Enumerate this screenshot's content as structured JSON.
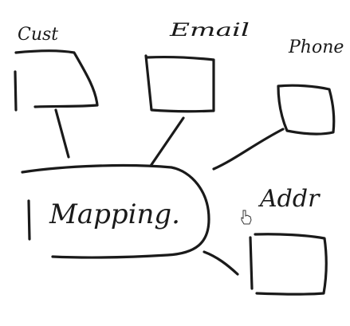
{
  "diagram": {
    "center_label": "Mapping.",
    "nodes": [
      {
        "id": "cust",
        "label": "Cust"
      },
      {
        "id": "email",
        "label": "Email"
      },
      {
        "id": "phone",
        "label": "Phone"
      },
      {
        "id": "address",
        "label": "Addr"
      }
    ],
    "ink_color": "#1a1a1a",
    "background_color": "#ffffff"
  },
  "cursor": {
    "icon": "hand-pointer-icon"
  }
}
